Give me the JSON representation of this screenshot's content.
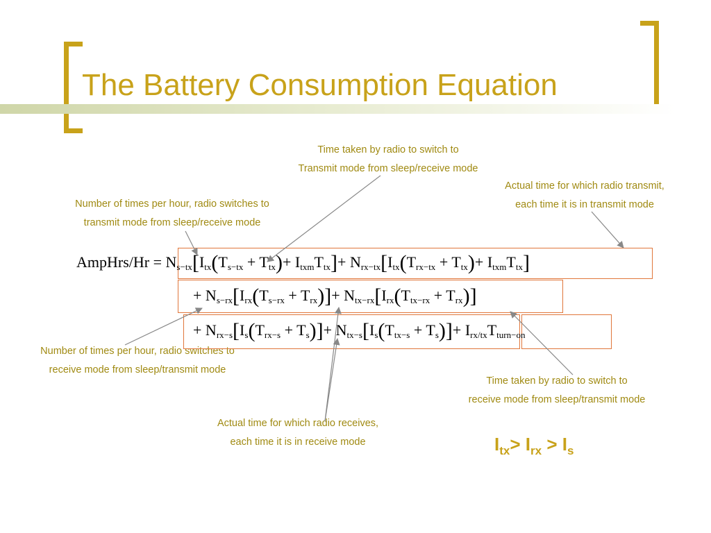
{
  "slide": {
    "title": "The Battery Consumption Equation",
    "accent_color": "#c8a21a",
    "box_color": "#e0763a"
  },
  "notes": {
    "switch_to_transmit_time": [
      "Time taken by radio to switch to",
      "Transmit  mode from sleep/receive mode"
    ],
    "transmit_time": [
      "Actual time for which radio transmit,",
      "each time it is in transmit mode"
    ],
    "switches_to_transmit": [
      "Number of times per hour, radio switches to",
      "transmit mode from sleep/receive mode"
    ],
    "switches_to_receive": [
      "Number of times per hour, radio switches to",
      "receive mode from sleep/transmit mode"
    ],
    "switch_to_receive_time": [
      "Time taken by radio to switch to",
      "receive mode from sleep/transmit  mode"
    ],
    "receive_time": [
      "Actual time for which radio receives,",
      "each time it is in receive mode"
    ]
  },
  "equation": {
    "lhs": "AmpHrs/Hr",
    "eq": "=",
    "plus": "+",
    "N": "N",
    "I": "I",
    "T": "T",
    "lb": "[",
    "rb": "]",
    "lp": "(",
    "rp": ")",
    "sub_s_tx": "s−tx",
    "sub_tx": "tx",
    "sub_txm": "txm",
    "sub_rx_tx": "rx−tx",
    "sub_s_rx": "s−rx",
    "sub_rx": "rx",
    "sub_tx_rx": "tx−rx",
    "sub_rx_s": "rx−s",
    "sub_s": "s",
    "sub_tx_s": "tx−s",
    "sub_rxtx": "rx/tx",
    "sub_turn_on": "turn−on"
  },
  "inequality": {
    "I": "I",
    "gt": "> ",
    "tx": "tx",
    "rx": "rx",
    "s": "s"
  }
}
